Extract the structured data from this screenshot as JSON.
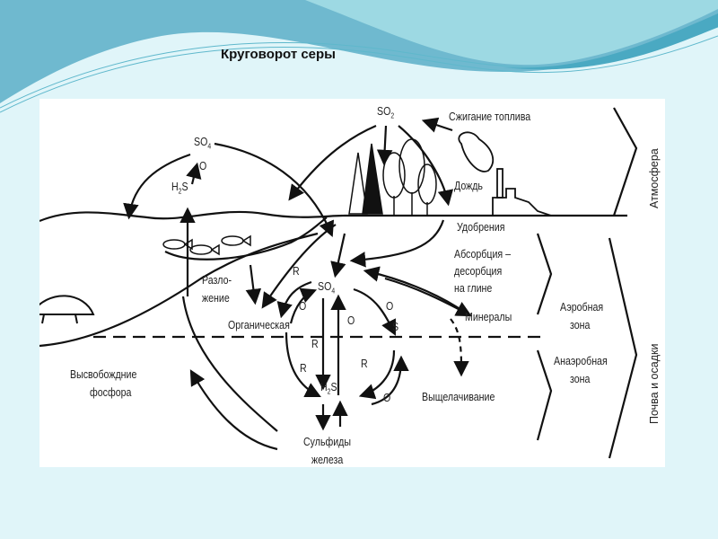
{
  "slide": {
    "title": "Круговорот серы"
  },
  "diagram": {
    "labels": {
      "so2_top": "SO",
      "so2_top_sub": "2",
      "fuel_burning": "Сжигание топлива",
      "so4_atm": "SO",
      "so4_atm_sub": "4",
      "o_atm": "O",
      "h2s_atm": "H",
      "h2s_atm_sub": "2",
      "h2s_atm_s": "S",
      "rain": "Дождь",
      "atmosphere": "Атмосфера",
      "fertilizers": "Удобрения",
      "absorption_1": "Абсорбция –",
      "absorption_2": "десорбция",
      "absorption_3": "на глине",
      "decomposition_1": "Разло-",
      "decomposition_2": "жение",
      "r1": "R",
      "so4_soil": "SO",
      "so4_soil_sub": "4",
      "o1": "O",
      "o2": "O",
      "o3": "O",
      "minerals": "Минералы",
      "organic": "Органическая",
      "s": "S",
      "aerobic_1": "Аэробная",
      "aerobic_2": "зона",
      "anaerobic_1": "Анаэробная",
      "anaerobic_2": "зона",
      "soil_sediments": "Почва и осадки",
      "r2": "R",
      "r3": "R",
      "r4": "R",
      "h2s_soil": "H",
      "h2s_soil_sub": "2",
      "h2s_soil_s": "S",
      "o4": "O",
      "phosphorus_1": "Высвобождние",
      "phosphorus_2": "фосфора",
      "leaching": "Выщелачивание",
      "iron_sulfides_1": "Сульфиды",
      "iron_sulfides_2": "железа"
    }
  }
}
